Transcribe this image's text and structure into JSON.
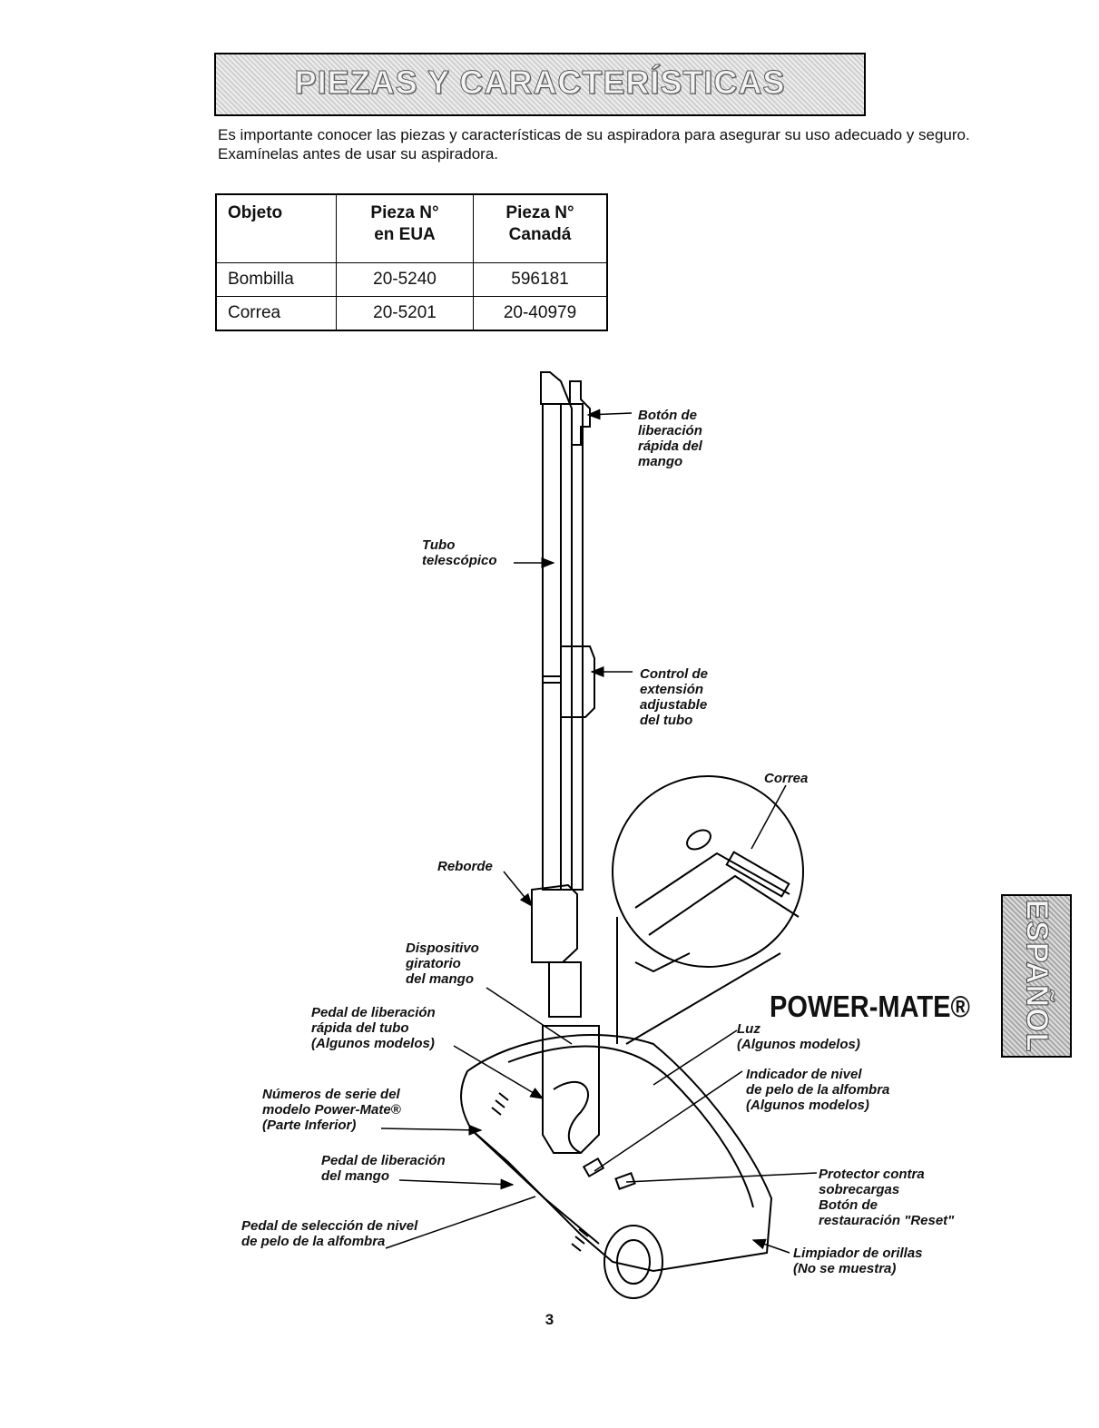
{
  "header": {
    "title": "PIEZAS Y CARACTERÍSTICAS"
  },
  "intro": {
    "line1": "Es importante conocer las piezas y características de su aspiradora para asegurar su uso adecuado y seguro.",
    "line2": "Examínelas antes de usar su aspiradora."
  },
  "parts_table": {
    "headers": [
      {
        "line1": "Objeto",
        "line2": ""
      },
      {
        "line1": "Pieza N°",
        "line2": "en EUA"
      },
      {
        "line1": "Pieza N°",
        "line2": "Canadá"
      }
    ],
    "rows": [
      {
        "item": "Bombilla",
        "us": "20-5240",
        "canada": "596181"
      },
      {
        "item": "Correa",
        "us": "20-5201",
        "canada": "20-40979"
      }
    ]
  },
  "labels": {
    "release_button": [
      "Botón de",
      "liberación",
      "rápida del",
      "mango"
    ],
    "telescopic_tube": [
      "Tubo",
      "telescópico"
    ],
    "extension_control": [
      "Control de",
      "extensión",
      "adjustable",
      "del tubo"
    ],
    "belt": [
      "Correa"
    ],
    "ridge": [
      "Reborde"
    ],
    "swivel": [
      "Dispositivo",
      "giratorio",
      "del mango"
    ],
    "tube_release_pedal": [
      "Pedal de liberación",
      "rápida del tubo",
      "(Algunos modelos)"
    ],
    "serial_numbers": [
      "Números de serie del",
      "modelo Power-Mate®",
      "(Parte Inferior)"
    ],
    "handle_release_pedal": [
      "Pedal de liberación",
      "del mango"
    ],
    "pile_selector_pedal": [
      "Pedal de selección de nivel",
      "de pelo de la alfombra"
    ],
    "light": [
      "Luz",
      "(Algunos modelos)"
    ],
    "pile_indicator": [
      "Indicador de nivel",
      "de pelo de la alfombra",
      "(Algunos modelos)"
    ],
    "overload_protector": [
      "Protector contra",
      "sobrecargas",
      "Botón de",
      "restauración \"Reset\""
    ],
    "edge_cleaner": [
      "Limpiador de orillas",
      "(No se muestra)"
    ]
  },
  "brand": "POWER-MATE®",
  "side_tab": "ESPAÑOL",
  "page_number": "3"
}
